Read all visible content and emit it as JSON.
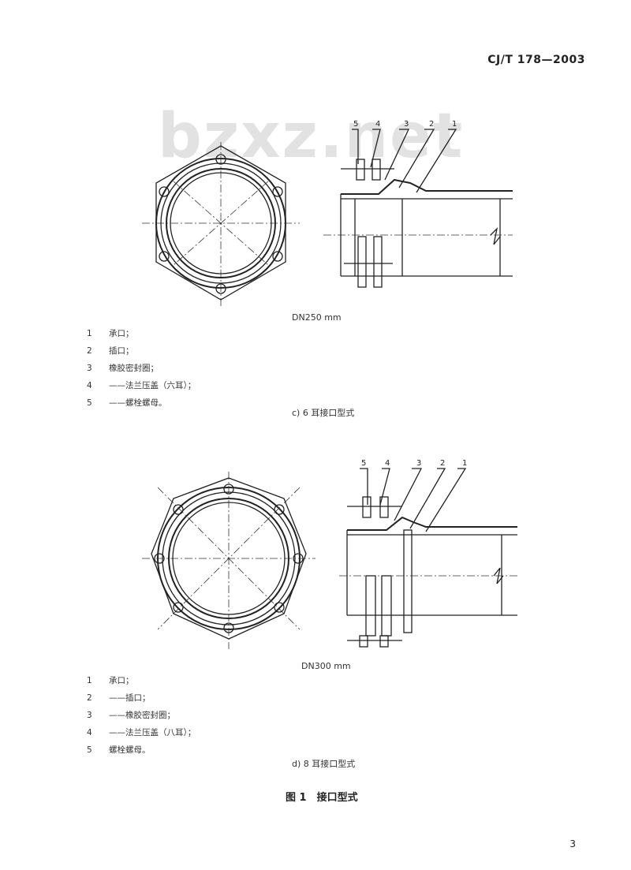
{
  "header": {
    "standard_code": "CJ/T 178—2003"
  },
  "watermark": "bzxz.net",
  "figure_a": {
    "caption": "DN250 mm",
    "part_numbers": [
      "5",
      "4",
      "3",
      "2",
      "1"
    ],
    "legend": [
      {
        "num": "1",
        "text": "承口；"
      },
      {
        "num": "2",
        "text": "插口；"
      },
      {
        "num": "3",
        "text": "橡胶密封圈；"
      },
      {
        "num": "4",
        "text": "——法兰压盖（六耳）；"
      },
      {
        "num": "5",
        "text": "——螺栓螺母。"
      }
    ],
    "subtitle": "c) 6 耳接口型式"
  },
  "figure_b": {
    "caption": "DN300 mm",
    "part_numbers": [
      "5",
      "4",
      "3",
      "2",
      "1"
    ],
    "legend": [
      {
        "num": "1",
        "text": "承口；"
      },
      {
        "num": "2",
        "text": "——插口；"
      },
      {
        "num": "3",
        "text": "——橡胶密封圈；"
      },
      {
        "num": "4",
        "text": "——法兰压盖（八耳）；"
      },
      {
        "num": "5",
        "text": "螺栓螺母。"
      }
    ],
    "subtitle": "d) 8 耳接口型式"
  },
  "figure_title": "图 1　接口型式",
  "page_number": "3"
}
